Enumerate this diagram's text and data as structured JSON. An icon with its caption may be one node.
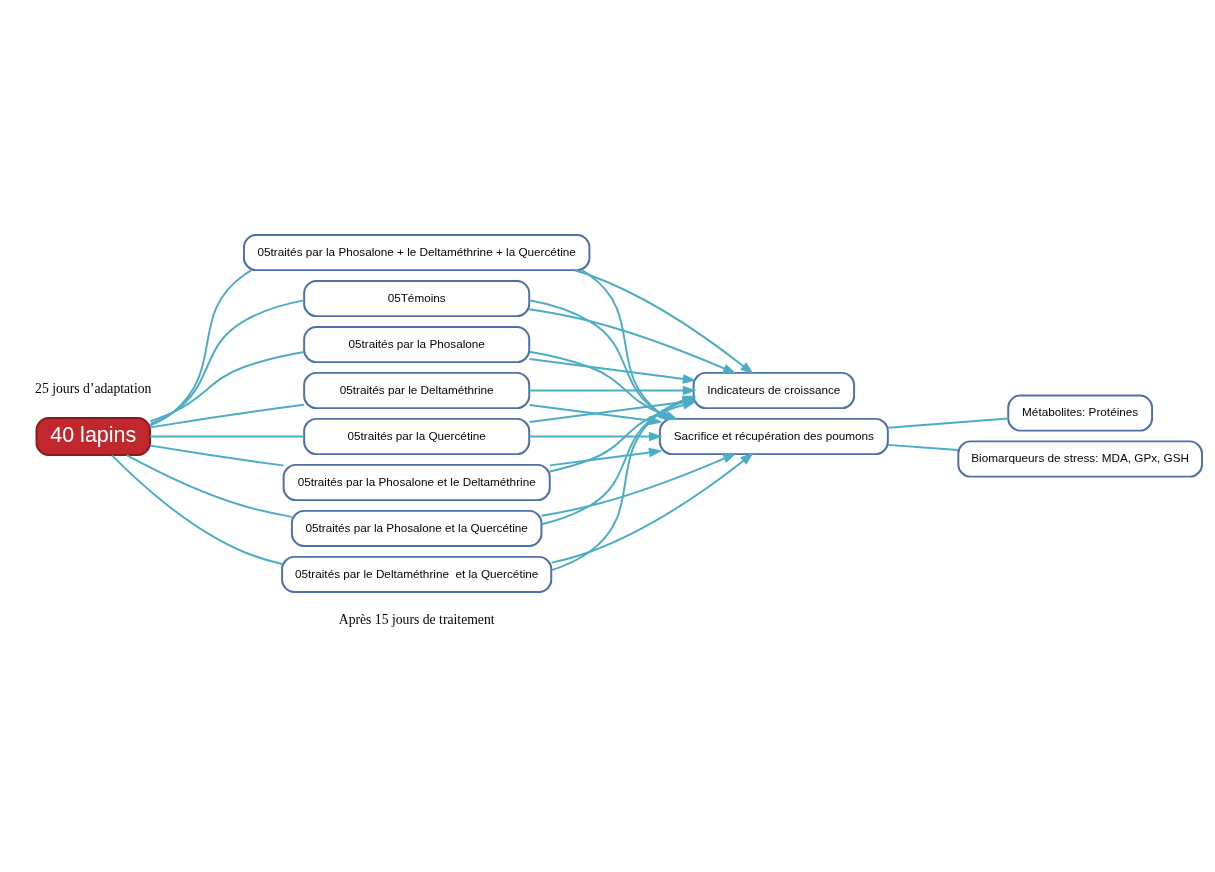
{
  "diagram": {
    "nodes": [
      {
        "text": [
          "40 lapins"
        ]
      },
      {
        "text": [
          "05Témoins"
        ]
      },
      {
        "text": [
          "05traités par la Phosalone"
        ]
      },
      {
        "text": [
          "05traités par le Deltaméthrine"
        ]
      },
      {
        "text": [
          "05traités par la Quercétine"
        ]
      },
      {
        "text": [
          "05traités par la Phosalone et le Deltaméthrine"
        ]
      },
      {
        "text": [
          "05traités par la Phosalone et la Quercétine"
        ]
      },
      {
        "text": [
          "05traités par le Deltaméthrine  et la Quercétine"
        ]
      },
      {
        "text": [
          "05traités par la Phosalone + le Deltaméthrine + la Quercétine"
        ]
      },
      {
        "text": [
          "Indicateurs de croissance"
        ]
      },
      {
        "text": [
          "Sacrifice et récupération des poumons"
        ]
      },
      {
        "text": [
          "Métabolites: Protéines"
        ]
      },
      {
        "text": [
          "Biomarqueurs de stress: MDA, GPx, GSH"
        ]
      }
    ],
    "edges": [
      {
        "from": 0,
        "to": 1,
        "arrow": "none"
      },
      {
        "from": 0,
        "to": 2,
        "arrow": "none"
      },
      {
        "from": 0,
        "to": 3,
        "arrow": "none"
      },
      {
        "from": 0,
        "to": 4,
        "arrow": "none"
      },
      {
        "from": 0,
        "to": 5,
        "arrow": "none"
      },
      {
        "from": 0,
        "to": 6,
        "arrow": "none"
      },
      {
        "from": 0,
        "to": 7,
        "arrow": "none"
      },
      {
        "from": 0,
        "to": 8,
        "arrow": "none"
      },
      {
        "from": 1,
        "to": 9,
        "arrow": "to"
      },
      {
        "from": 1,
        "to": 10,
        "arrow": "to"
      },
      {
        "from": 2,
        "to": 9,
        "arrow": "to"
      },
      {
        "from": 2,
        "to": 10,
        "arrow": "to"
      },
      {
        "from": 3,
        "to": 9,
        "arrow": "to"
      },
      {
        "from": 3,
        "to": 10,
        "arrow": "to"
      },
      {
        "from": 4,
        "to": 9,
        "arrow": "to"
      },
      {
        "from": 4,
        "to": 10,
        "arrow": "to"
      },
      {
        "from": 5,
        "to": 9,
        "arrow": "to"
      },
      {
        "from": 5,
        "to": 10,
        "arrow": "to"
      },
      {
        "from": 6,
        "to": 9,
        "arrow": "to"
      },
      {
        "from": 6,
        "to": 10,
        "arrow": "to"
      },
      {
        "from": 7,
        "to": 9,
        "arrow": "to"
      },
      {
        "from": 7,
        "to": 10,
        "arrow": "to"
      },
      {
        "from": 8,
        "to": 9,
        "arrow": "to"
      },
      {
        "from": 8,
        "to": 10,
        "arrow": "to"
      },
      {
        "from": 10,
        "to": 11,
        "arrow": "none"
      },
      {
        "from": 10,
        "to": 12,
        "arrow": "none"
      }
    ],
    "labels": [
      "25 jours d’adaptation",
      "Après 15 jours de traitement"
    ]
  }
}
